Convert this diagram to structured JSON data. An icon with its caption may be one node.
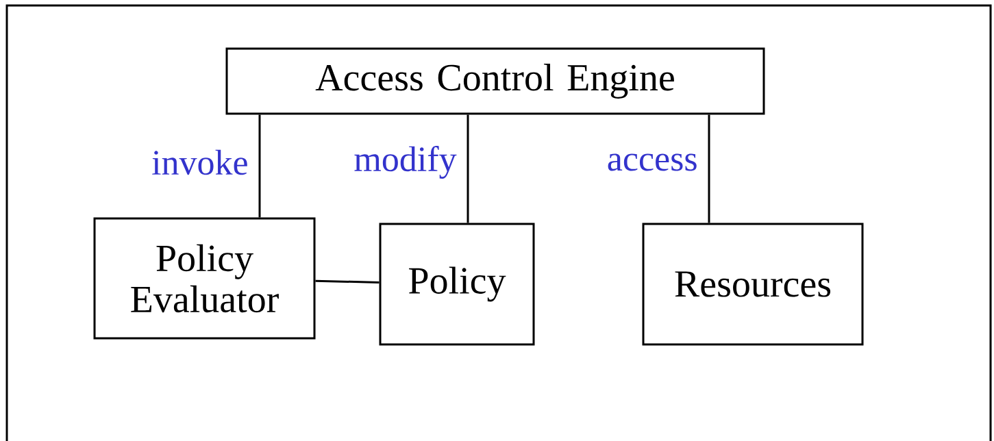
{
  "diagram": {
    "nodes": [
      {
        "text": [
          "Access Control Engine"
        ]
      },
      {
        "text": [
          "Policy Evaluator"
        ]
      },
      {
        "text": [
          "Policy"
        ]
      },
      {
        "text": [
          "Resources"
        ]
      }
    ],
    "edges": [
      {
        "from": 0,
        "to": 1,
        "arrow": "none",
        "label": "invoke"
      },
      {
        "from": 0,
        "to": 2,
        "arrow": "none",
        "label": "modify"
      },
      {
        "from": 0,
        "to": 3,
        "arrow": "none",
        "label": "access"
      },
      {
        "from": 1,
        "to": 2,
        "arrow": "none"
      }
    ]
  }
}
